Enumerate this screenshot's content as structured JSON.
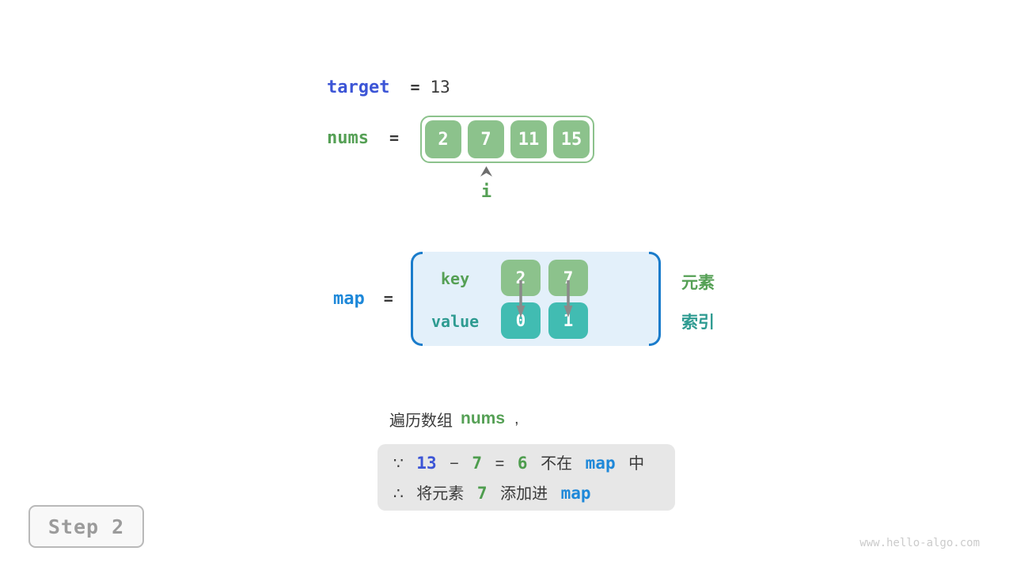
{
  "target": {
    "name": "target",
    "eq": "=",
    "value": "13"
  },
  "nums": {
    "name": "nums",
    "eq": "=",
    "cells": [
      "2",
      "7",
      "11",
      "15"
    ],
    "pointer": "i"
  },
  "map": {
    "name": "map",
    "eq": "=",
    "key_label": "key",
    "value_label": "value",
    "entries": [
      {
        "key": "2",
        "value": "0"
      },
      {
        "key": "7",
        "value": "1"
      }
    ],
    "side_labels": {
      "element": "元素",
      "index": "索引"
    }
  },
  "caption": {
    "prefix": "遍历数组",
    "array": "nums",
    "comma": ","
  },
  "conclusion": {
    "line1": {
      "because": "∵",
      "minuend": "13",
      "minus": "−",
      "subtrahend": "7",
      "eq": "=",
      "difference": "6",
      "not_in": "不在",
      "map": "map",
      "suffix": "中"
    },
    "line2": {
      "therefore": "∴",
      "prefix": "将元素",
      "element": "7",
      "action": "添加进",
      "map": "map"
    }
  },
  "step_badge": "Step 2",
  "watermark": "www.hello-algo.com",
  "colors": {
    "green_cell": "#8CC28C",
    "teal_cell": "#41BCB2",
    "green_text": "#55A055",
    "teal_text": "#2E9B91",
    "blue": "#1E88D9",
    "indigo": "#3C55D6",
    "map_background": "#E3F0FA",
    "bracket_blue": "#1A7CCB",
    "box_background": "#E7E7E7",
    "dark_text": "#3A3A3A"
  }
}
